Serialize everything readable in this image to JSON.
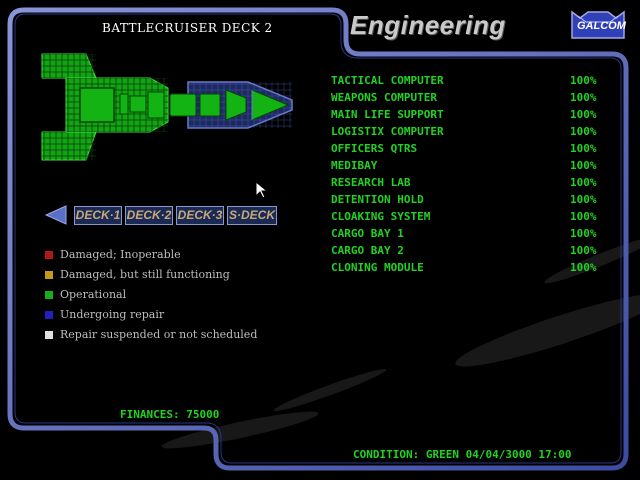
{
  "header": {
    "deck_title": "BATTLECRUISER DECK 2",
    "section_title": "Engineering",
    "logo_text": "GALCOM"
  },
  "deck_nav": {
    "prev_icon": "triangle-left-icon",
    "buttons": [
      "DECK·1",
      "DECK·2",
      "DECK·3",
      "S·DECK"
    ]
  },
  "legend": [
    {
      "label": "Damaged; Inoperable",
      "color": "#b01818"
    },
    {
      "label": "Damaged, but still functioning",
      "color": "#c89a10"
    },
    {
      "label": "Operational",
      "color": "#18b018"
    },
    {
      "label": "Undergoing repair",
      "color": "#2020c0"
    },
    {
      "label": "Repair suspended or not scheduled",
      "color": "#e0e0e0"
    }
  ],
  "systems": [
    {
      "name": "TACTICAL COMPUTER",
      "status": "100%"
    },
    {
      "name": "WEAPONS COMPUTER",
      "status": "100%"
    },
    {
      "name": "MAIN LIFE SUPPORT",
      "status": "100%"
    },
    {
      "name": "LOGISTIX COMPUTER",
      "status": "100%"
    },
    {
      "name": "OFFICERS QTRS",
      "status": "100%"
    },
    {
      "name": "MEDIBAY",
      "status": "100%"
    },
    {
      "name": "RESEARCH LAB",
      "status": "100%"
    },
    {
      "name": "DETENTION HOLD",
      "status": "100%"
    },
    {
      "name": "CLOAKING SYSTEM",
      "status": "100%"
    },
    {
      "name": "CARGO BAY 1",
      "status": "100%"
    },
    {
      "name": "CARGO BAY 2",
      "status": "100%"
    },
    {
      "name": "CLONING MODULE",
      "status": "100%"
    }
  ],
  "footer": {
    "finances": "FINANCES: 75000",
    "condition": "CONDITION: GREEN  04/04/3000 17:00"
  },
  "colors": {
    "frame": "#6a78c8",
    "status_green": "#22d222",
    "ship_green": "#11a611",
    "ship_blue": "#1c2a60"
  }
}
